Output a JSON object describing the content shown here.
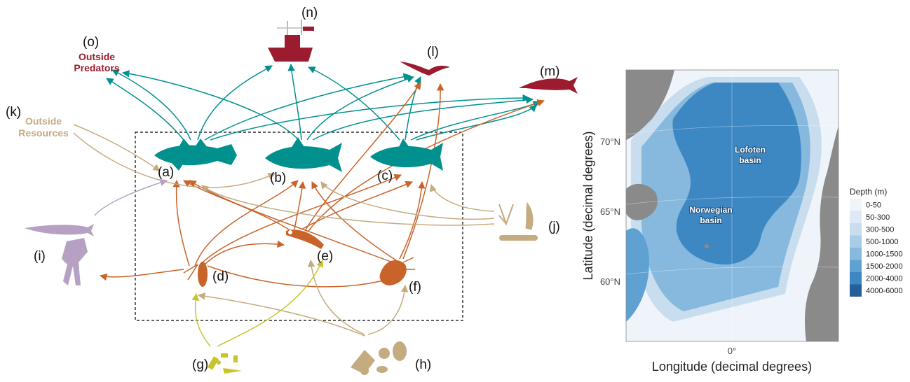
{
  "foodweb": {
    "nodes": {
      "a": "(a)",
      "b": "(b)",
      "c": "(c)",
      "d": "(d)",
      "e": "(e)",
      "f": "(f)",
      "g": "(g)",
      "h": "(h)",
      "i": "(i)",
      "j": "(j)",
      "k": "(k)",
      "l": "(l)",
      "m": "(m)",
      "n": "(n)",
      "o": "(o)"
    },
    "outside_predators": [
      "Outside",
      "Predators"
    ],
    "outside_resources": [
      "Outside",
      "Resources"
    ],
    "colors": {
      "fish": "#00918f",
      "krill": "#c8632a",
      "predators": "#9b1c2e",
      "resources": "#c4ab80",
      "squid": "#b6a0c4",
      "phyto": "#c8c42a"
    }
  },
  "map": {
    "xlabel": "Longitude (decimal degrees)",
    "ylabel": "Latitude (decimal degrees)",
    "x_ticks": [
      "0°"
    ],
    "y_ticks": [
      "70°N",
      "65°N",
      "60°N"
    ],
    "basins": [
      [
        "Lofoten",
        "basin"
      ],
      [
        "Norwegian",
        "basin"
      ]
    ],
    "legend": {
      "title": "Depth (m)",
      "items": [
        {
          "label": "0-50",
          "color": "#eef4fa"
        },
        {
          "label": "50-300",
          "color": "#dde9f5"
        },
        {
          "label": "300-500",
          "color": "#c8ddee"
        },
        {
          "label": "500-1000",
          "color": "#a9cde6"
        },
        {
          "label": "1000-1500",
          "color": "#86b9dd"
        },
        {
          "label": "1500-2000",
          "color": "#5fa2d2"
        },
        {
          "label": "2000-4000",
          "color": "#3d87c3"
        },
        {
          "label": "4000-6000",
          "color": "#255f9a"
        }
      ]
    }
  }
}
